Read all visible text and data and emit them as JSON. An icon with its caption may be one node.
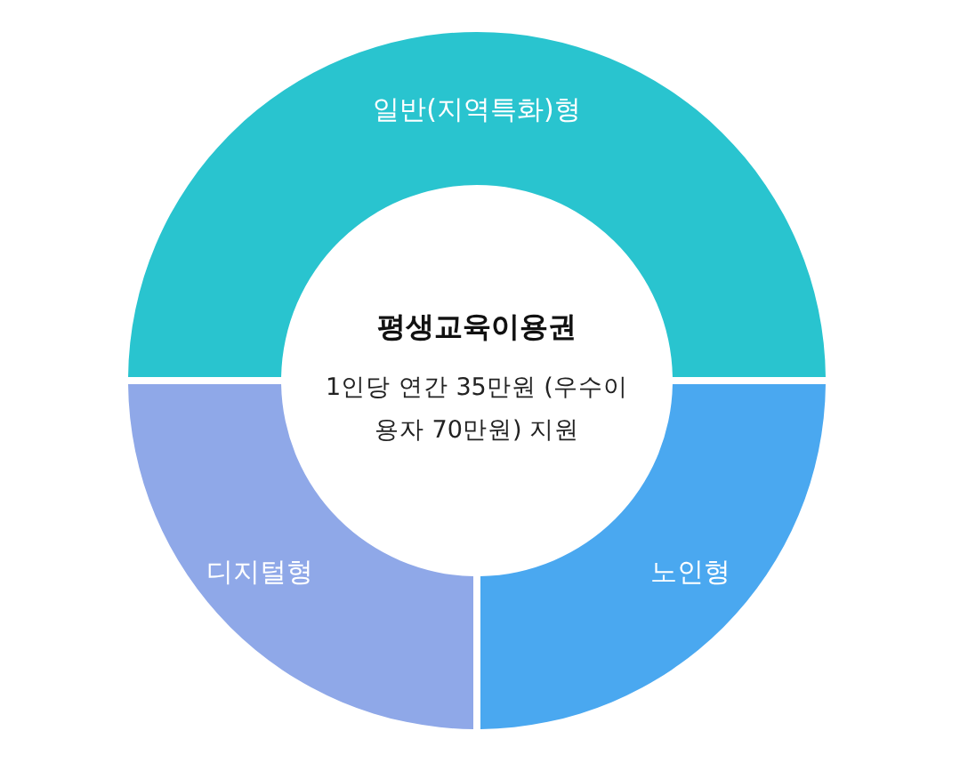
{
  "diagram": {
    "nodes": [
      {
        "text": [
          "일반(지역특화)형"
        ]
      },
      {
        "text": [
          "디지털형"
        ]
      },
      {
        "text": [
          "노인형"
        ]
      },
      {
        "text": [
          "평생교육이용권",
          "1인당 연간 35만원 (우수이용자 70만원) 지원"
        ]
      }
    ]
  }
}
